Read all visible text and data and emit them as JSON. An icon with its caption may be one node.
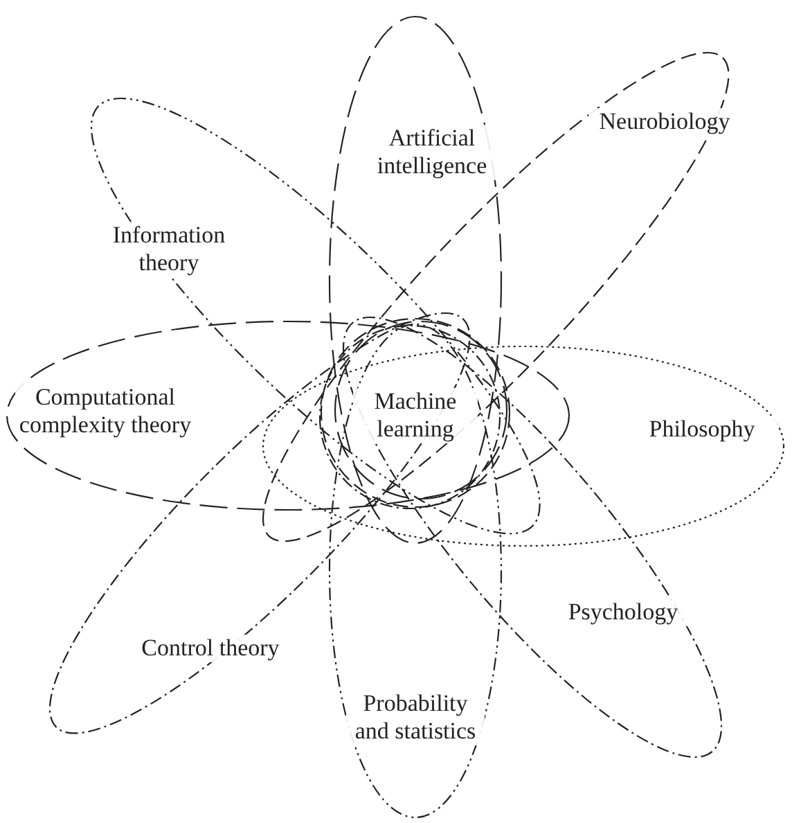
{
  "diagram": {
    "nodes": [
      {
        "text": [
          "Artificial intelligence"
        ]
      },
      {
        "text": [
          "Neurobiology"
        ]
      },
      {
        "text": [
          "Information theory"
        ]
      },
      {
        "text": [
          "Computational complexity theory"
        ]
      },
      {
        "text": [
          "Machine learning"
        ]
      },
      {
        "text": [
          "Philosophy"
        ]
      },
      {
        "text": [
          "Psychology"
        ]
      },
      {
        "text": [
          "Control theory"
        ]
      },
      {
        "text": [
          "Probability and statistics"
        ]
      }
    ]
  }
}
